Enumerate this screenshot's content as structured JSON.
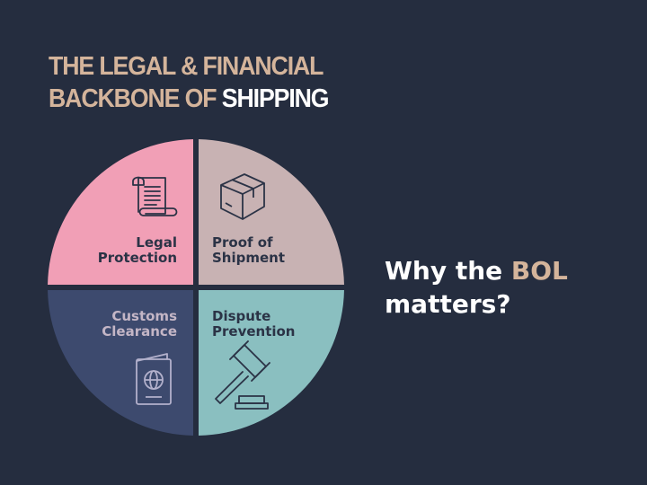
{
  "title": {
    "line1": "THE LEGAL & FINANCIAL",
    "line2_accent": "BACKBONE OF",
    "line2_highlight": "SHIPPING"
  },
  "quadrants": [
    {
      "line1": "Legal",
      "line2": "Protection",
      "icon": "scroll-icon",
      "fill": "#f19fb6",
      "text_color": "#2b3346"
    },
    {
      "line1": "Proof of",
      "line2": "Shipment",
      "icon": "package-box-icon",
      "fill": "#c8b2b3",
      "text_color": "#2b3346"
    },
    {
      "line1": "Customs",
      "line2": "Clearance",
      "icon": "passport-icon",
      "fill": "#3d4a6e",
      "text_color": "#c4b6c6"
    },
    {
      "line1": "Dispute",
      "line2": "Prevention",
      "icon": "gavel-icon",
      "fill": "#8abfc0",
      "text_color": "#2b3346"
    }
  ],
  "question": {
    "part1": "Why the",
    "accent": "BOL",
    "part2": "matters?"
  },
  "colors": {
    "background": "#252d3f",
    "accent": "#d4b49b",
    "white": "#ffffff"
  }
}
